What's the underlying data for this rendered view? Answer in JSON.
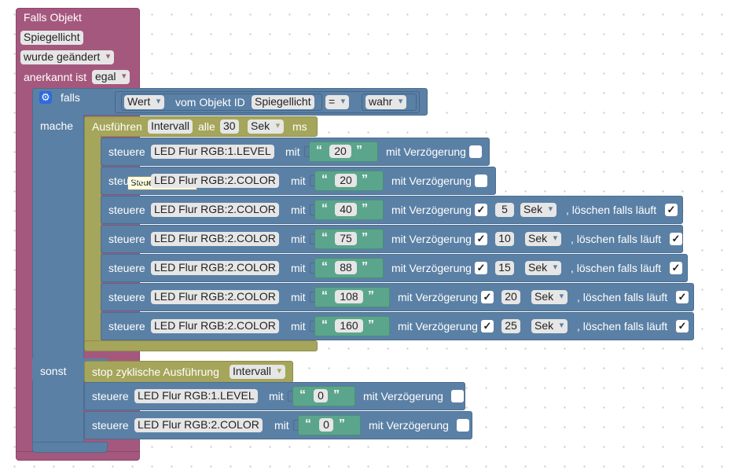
{
  "event": {
    "title": "Falls Objekt",
    "object": "Spiegellicht",
    "trigger": "wurde geändert",
    "ack_label": "anerkannt ist",
    "ack_value": "egal"
  },
  "if_block": {
    "falls_label": "falls",
    "mache_label": "mache",
    "sonst_label": "sonst",
    "condition": {
      "prop": "Wert",
      "from_label": "vom Objekt ID",
      "object": "Spiegellicht",
      "op": "=",
      "value": "wahr"
    }
  },
  "interval": {
    "label": "Ausführen",
    "name": "Intervall",
    "every_label": "alle",
    "value": "30",
    "unit": "Sek",
    "ms_label": "ms"
  },
  "control_rows": [
    {
      "steuere": "steuere",
      "device": "LED Flur RGB:1.LEVEL",
      "mit": "mit",
      "value": "20",
      "delay_label": "mit Verzögerung",
      "delay_checked": ""
    },
    {
      "steuere": "steuere",
      "device": "LED Flur RGB:2.COLOR",
      "mit": "mit",
      "value": "20",
      "delay_label": "mit Verzögerung",
      "delay_checked": ""
    },
    {
      "steuere": "steuere",
      "device": "LED Flur RGB:2.COLOR",
      "mit": "mit",
      "value": "40",
      "delay_label": "mit Verzögerung",
      "delay_checked": "✓",
      "delay": "5",
      "unit": "Sek",
      "clear_label": ", löschen falls läuft",
      "clear_checked": "✓"
    },
    {
      "steuere": "steuere",
      "device": "LED Flur RGB:2.COLOR",
      "mit": "mit",
      "value": "75",
      "delay_label": "mit Verzögerung",
      "delay_checked": "✓",
      "delay": "10",
      "unit": "Sek",
      "clear_label": ", löschen falls läuft",
      "clear_checked": "✓"
    },
    {
      "steuere": "steuere",
      "device": "LED Flur RGB:2.COLOR",
      "mit": "mit",
      "value": "88",
      "delay_label": "mit Verzögerung",
      "delay_checked": "✓",
      "delay": "15",
      "unit": "Sek",
      "clear_label": ", löschen falls läuft",
      "clear_checked": "✓"
    },
    {
      "steuere": "steuere",
      "device": "LED Flur RGB:2.COLOR",
      "mit": "mit",
      "value": "108",
      "delay_label": "mit Verzögerung",
      "delay_checked": "✓",
      "delay": "20",
      "unit": "Sek",
      "clear_label": ", löschen falls läuft",
      "clear_checked": "✓"
    },
    {
      "steuere": "steuere",
      "device": "LED Flur RGB:2.COLOR",
      "mit": "mit",
      "value": "160",
      "delay_label": "mit Verzögerung",
      "delay_checked": "✓",
      "delay": "25",
      "unit": "Sek",
      "clear_label": ", löschen falls läuft",
      "clear_checked": "✓"
    }
  ],
  "tooltip": "Steuere Zustand",
  "stop": {
    "label": "stop zyklische Ausführung",
    "name": "Intervall"
  },
  "else_rows": [
    {
      "steuere": "steuere",
      "device": "LED Flur RGB:1.LEVEL",
      "mit": "mit",
      "value": "0",
      "delay_label": "mit Verzögerung",
      "delay_checked": ""
    },
    {
      "steuere": "steuere",
      "device": "LED Flur RGB:2.COLOR",
      "mit": "mit",
      "value": "0",
      "delay_label": "mit Verzögerung",
      "delay_checked": ""
    }
  ],
  "icons": {
    "gear": "gear-icon"
  },
  "colors": {
    "event": "#a5587d",
    "logic": "#5b80a5",
    "timer": "#a5a55b",
    "text": "#5ba58c"
  }
}
